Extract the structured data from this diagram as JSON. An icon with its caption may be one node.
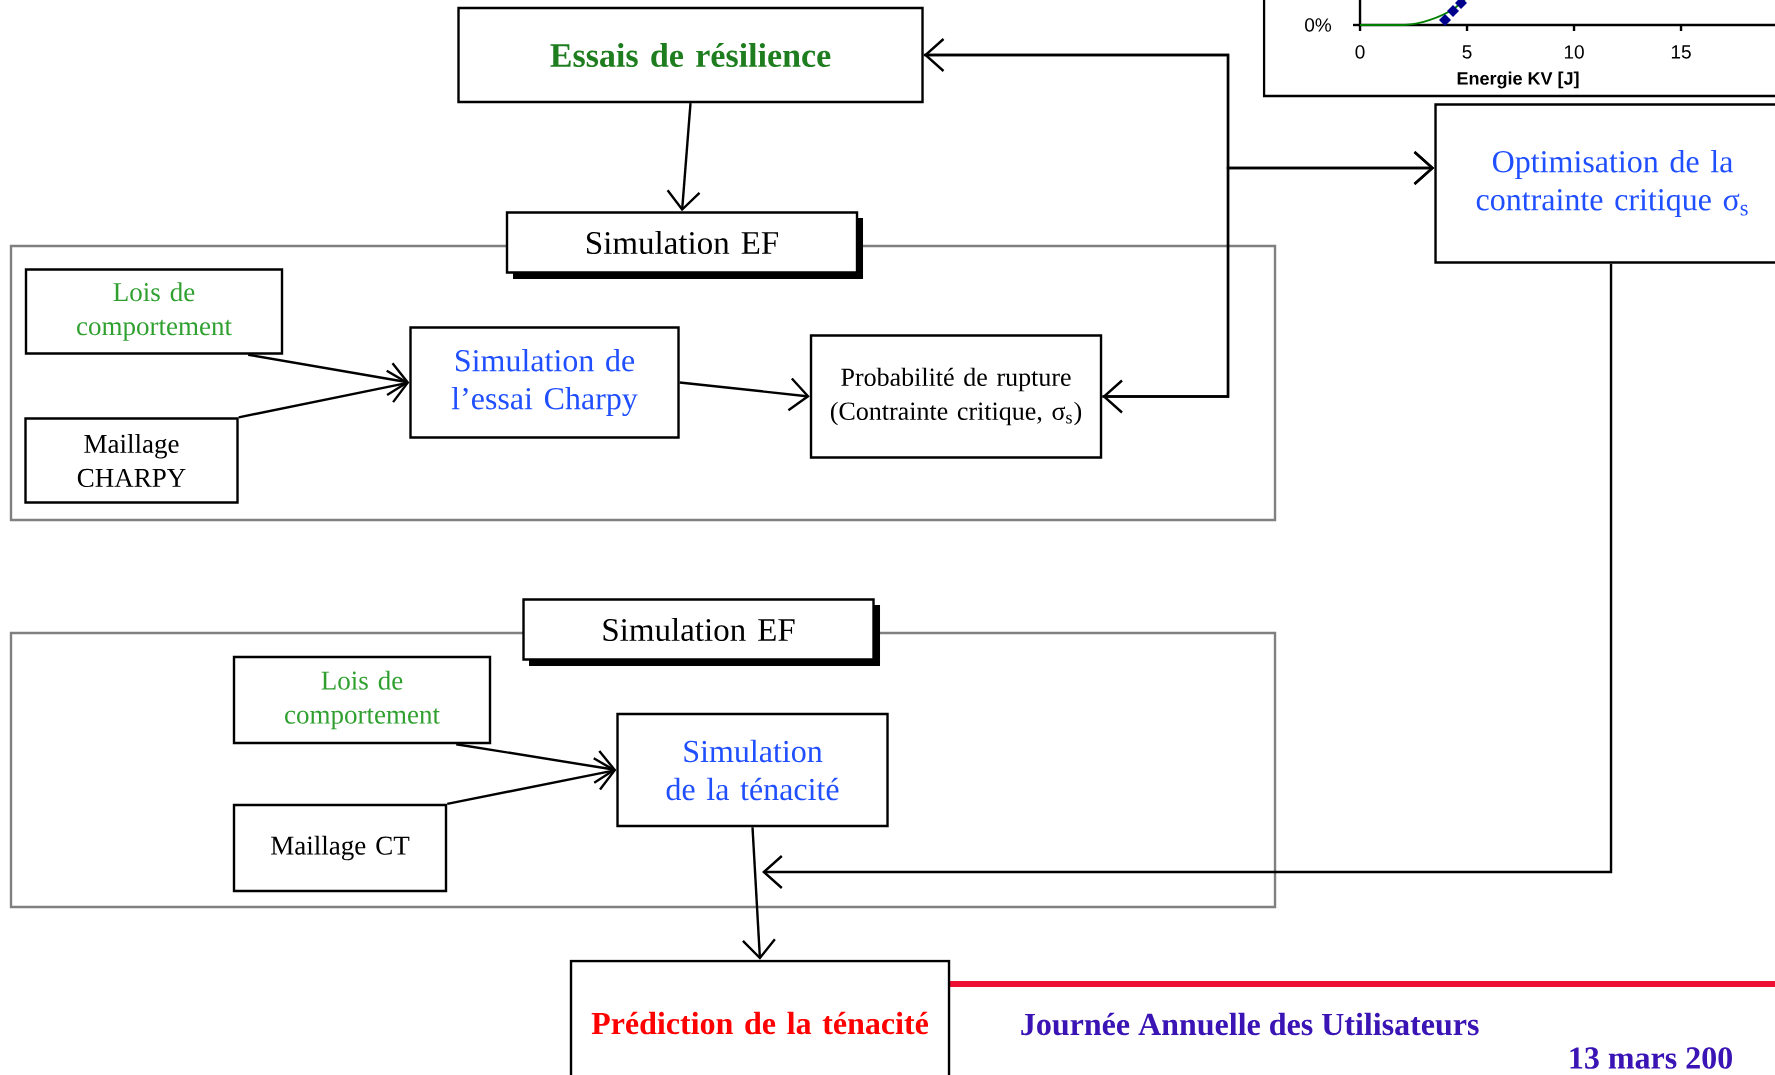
{
  "diagram": {
    "nodes": [
      {
        "text": [
          "Essais de résilience"
        ]
      },
      {
        "text": [],
        "shape": "box"
      },
      {
        "text": [
          "Simulation EF"
        ]
      },
      {
        "text": [
          "Lois de comportement"
        ],
        "in": 1
      },
      {
        "text": [
          "Maillage CHARPY"
        ],
        "in": 1
      },
      {
        "text": [
          "Simulation de l’essai Charpy"
        ],
        "in": 1
      },
      {
        "text": [
          "Probabilité de rupture (Contrainte critique, σ$_{s}$)"
        ],
        "in": 1
      },
      {
        "text": [
          "Optimisation de la contrainte critique σ$_{s}$"
        ]
      },
      {
        "text": [],
        "shape": "box"
      },
      {
        "text": [
          "Simulation EF"
        ]
      },
      {
        "text": [
          "Lois de comportement"
        ],
        "in": 8
      },
      {
        "text": [
          "Maillage CT"
        ],
        "in": 8
      },
      {
        "text": [
          "Simulation de la ténacité"
        ],
        "in": 8
      },
      {
        "text": [
          "Prédiction de la ténacité"
        ]
      }
    ],
    "edges": [
      {
        "from": 0,
        "to": 2,
        "arrow": "to"
      },
      {
        "from": 3,
        "to": 5,
        "arrow": "to"
      },
      {
        "from": 4,
        "to": 5,
        "arrow": "to"
      },
      {
        "from": 5,
        "to": 6,
        "arrow": "to"
      },
      {
        "from": 6,
        "to": 0,
        "arrow": "both"
      },
      {
        "from": 0,
        "to": 7,
        "arrow": "to"
      },
      {
        "from": 6,
        "to": 7,
        "arrow": "to"
      },
      {
        "from": 7,
        "to": 12,
        "arrow": "to"
      },
      {
        "from": 12,
        "to": 13,
        "arrow": "to"
      },
      {
        "from": 10,
        "to": 12,
        "arrow": "to"
      },
      {
        "from": 11,
        "to": 12,
        "arrow": "to"
      }
    ],
    "labels": [
      "0%",
      "0",
      "5",
      "10",
      "15",
      "Energie KV [J]",
      "Journée Annuelle des Utilisateurs",
      "13 mars 200"
    ]
  }
}
